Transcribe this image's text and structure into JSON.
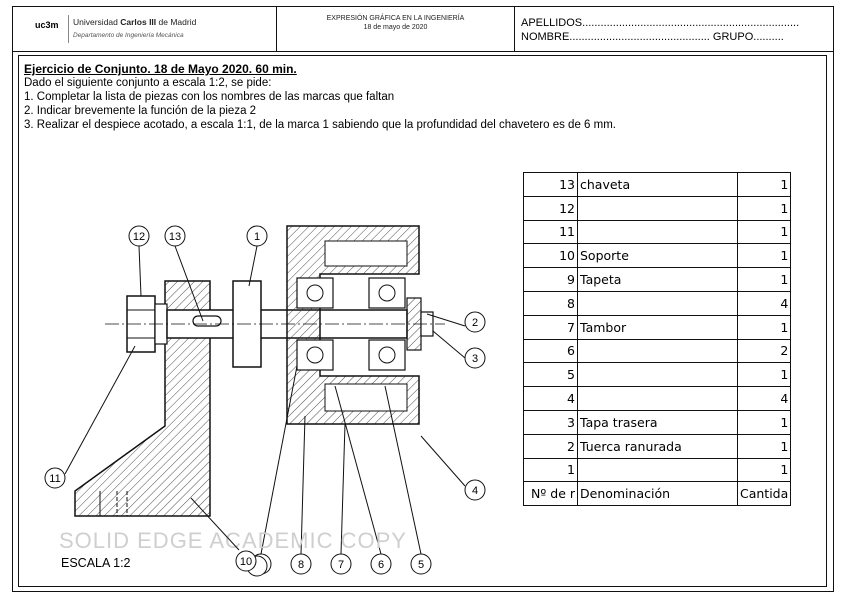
{
  "header": {
    "logo": "uc3m",
    "university_prefix": "Universidad ",
    "university_bold": "Carlos III",
    "university_suffix": " de Madrid",
    "department": "Departamento de Ingeniería Mecánica",
    "subject": "EXPRESIÓN GRÁFICA EN LA INGENIERÍA",
    "date": "18 de mayo de 2020",
    "apellidos": "APELLIDOS.......................................................................",
    "nombre": "NOMBRE.............................................. GRUPO.........."
  },
  "exercise": {
    "title_part1": "Ejercicio de Conjunto. 18 de ",
    "title_part2": "Mayo 2020. 60 min.",
    "intro": "Dado el siguiente conjunto a escala 1:2, se pide:",
    "task1": "1. Completar la lista de piezas con los nombres de las marcas que faltan",
    "task2": "2. Indicar brevemente la función de la pieza 2",
    "task3": "3. Realizar el despiece acotado, a escala 1:1, de la marca 1 sabiendo que la profundidad del chavetero es de 6 mm."
  },
  "parts_table": {
    "rows": [
      {
        "num": "13",
        "name": "chaveta",
        "qty": "1"
      },
      {
        "num": "12",
        "name": "",
        "qty": "1"
      },
      {
        "num": "11",
        "name": "",
        "qty": "1"
      },
      {
        "num": "10",
        "name": "Soporte",
        "qty": "1"
      },
      {
        "num": "9",
        "name": "Tapeta",
        "qty": "1"
      },
      {
        "num": "8",
        "name": "",
        "qty": "4"
      },
      {
        "num": "7",
        "name": "Tambor",
        "qty": "1"
      },
      {
        "num": "6",
        "name": "",
        "qty": "2"
      },
      {
        "num": "5",
        "name": "",
        "qty": "1"
      },
      {
        "num": "4",
        "name": "",
        "qty": "4"
      },
      {
        "num": "3",
        "name": "Tapa trasera",
        "qty": "1"
      },
      {
        "num": "2",
        "name": "Tuerca ranurada",
        "qty": "1"
      },
      {
        "num": "1",
        "name": "",
        "qty": "1"
      }
    ],
    "footer": {
      "num": "Nº de r",
      "name": "Denominación",
      "qty": "Cantida"
    }
  },
  "drawing": {
    "balloons": [
      "12",
      "13",
      "1",
      "2",
      "3",
      "4",
      "11",
      "9",
      "8",
      "7",
      "6",
      "5",
      "10"
    ],
    "watermark": "SOLID EDGE ACADEMIC COPY",
    "scale_label": "ESCALA 1:2"
  }
}
